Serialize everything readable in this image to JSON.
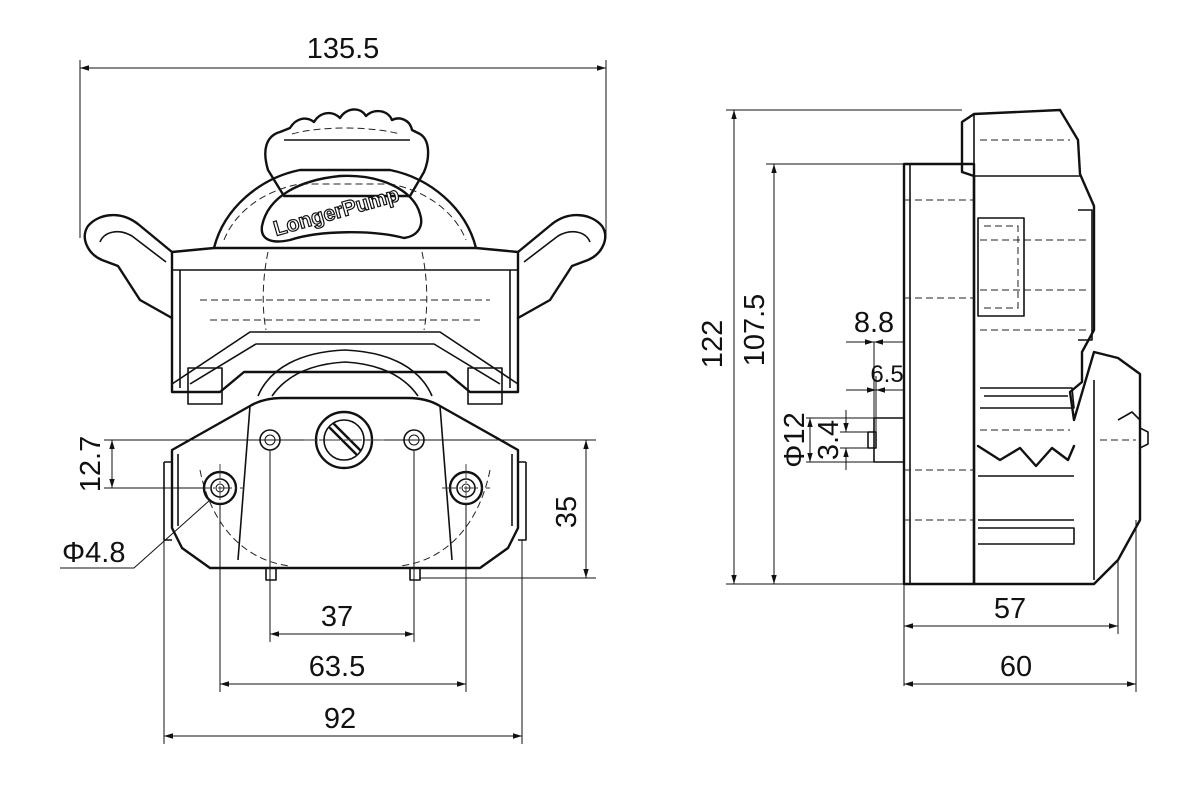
{
  "front_view": {
    "logo_text": "LongerPump",
    "dimensions": {
      "overall_width": "135.5",
      "hole_offset": "12.7",
      "hole_diameter": "Φ4.8",
      "vertical_span": "35",
      "inner_spacing": "37",
      "mount_spacing": "63.5",
      "base_width": "92"
    }
  },
  "side_view": {
    "dimensions": {
      "overall_height": "122",
      "body_height": "107.5",
      "shaft_length_a": "8.8",
      "shaft_length_b": "6.5",
      "shaft_diameter": "Φ12",
      "shaft_flat": "3.4",
      "body_depth": "57",
      "overall_depth": "60"
    }
  },
  "colors": {
    "line": "#111111",
    "background": "#ffffff"
  }
}
